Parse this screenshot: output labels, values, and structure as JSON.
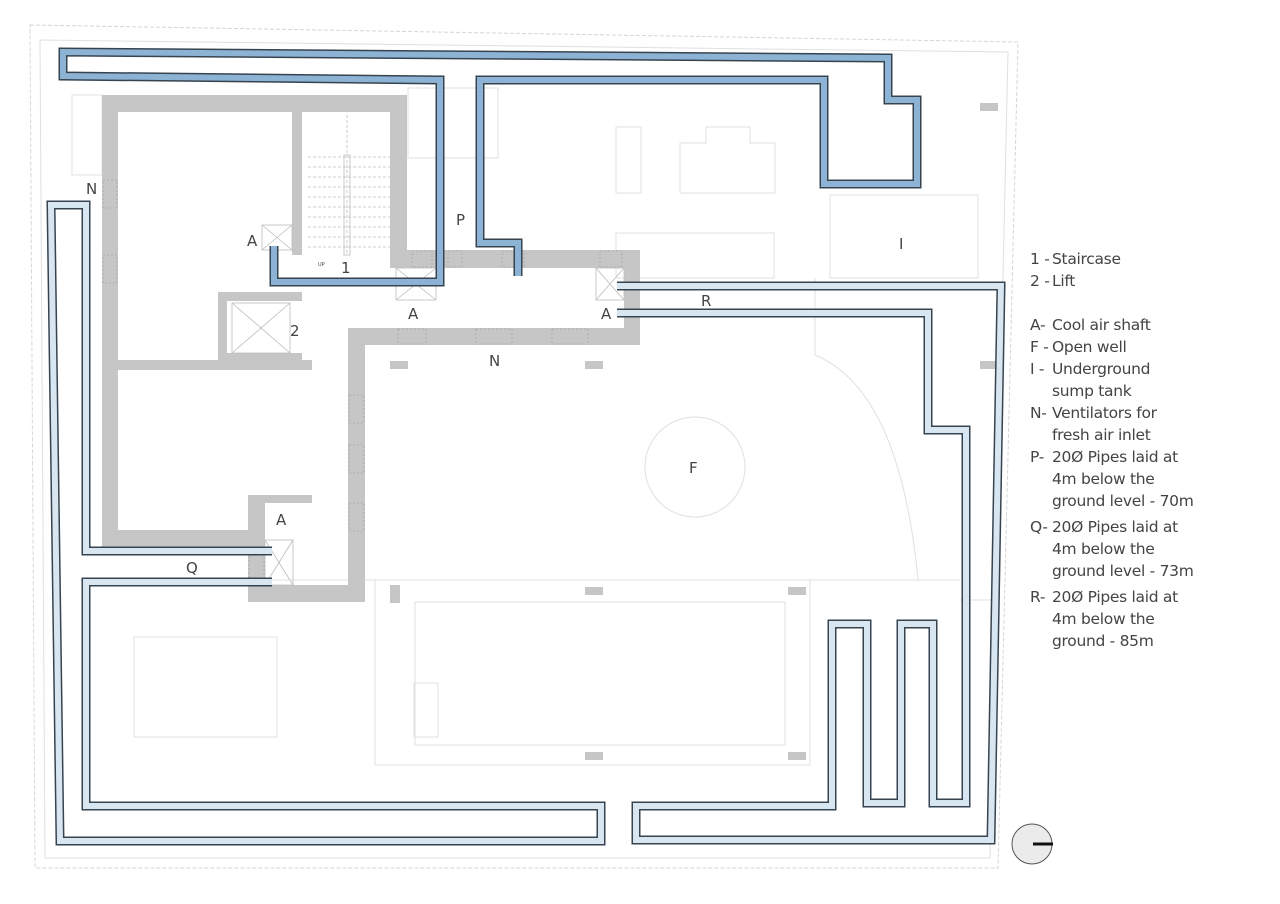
{
  "plan_labels": {
    "staircase_num": "1",
    "lift_num": "2",
    "stair_up": "UP",
    "shaft_a": "A",
    "open_well": "F",
    "sump_tank": "I",
    "ventilator_n": "N",
    "pipe_p": "P",
    "pipe_q": "Q",
    "pipe_r": "R"
  },
  "legend": {
    "items": [
      {
        "key": "1 -",
        "text": "Staircase"
      },
      {
        "key": "2 -",
        "text": "Lift"
      },
      {
        "key": "A-",
        "text": "Cool air shaft"
      },
      {
        "key": "F -",
        "text": "Open well"
      },
      {
        "key": "I -",
        "text": "Underground\nsump tank"
      },
      {
        "key": "N-",
        "text": "Ventilators for\nfresh air inlet"
      },
      {
        "key": "P-",
        "text": "20Ø Pipes laid at\n4m below the\nground level - 70m"
      },
      {
        "key": "Q-",
        "text": "20Ø Pipes laid at\n4m below the\nground level - 73m"
      },
      {
        "key": "R-",
        "text": "20Ø Pipes laid at\n4m below the\nground - 85m"
      }
    ]
  },
  "colors": {
    "pipe_p": "#8db3d4",
    "pipe_q_r": "#d7e6f1",
    "pipe_outline": "#37444f",
    "walls": "#c6c6c6",
    "faint_lines": "#e2e2e2"
  },
  "icons": {
    "north_arrow": "north-arrow-icon"
  }
}
